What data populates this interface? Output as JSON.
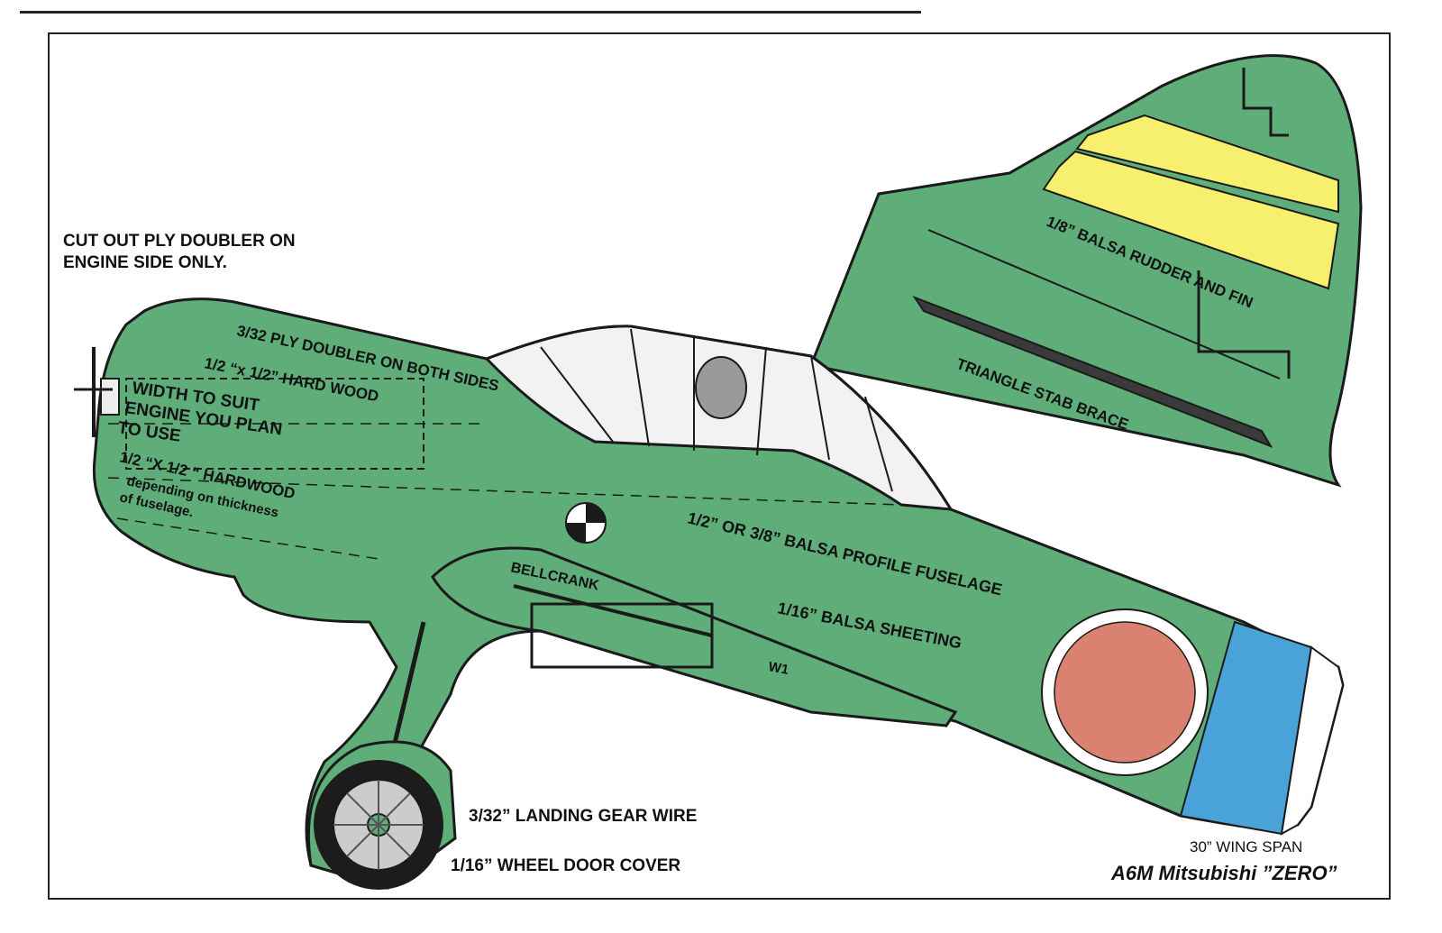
{
  "notes": {
    "ply_doubler_line1": "CUT OUT PLY DOUBLER ON",
    "ply_doubler_line2": "ENGINE SIDE ONLY."
  },
  "fuselage_labels": {
    "ply_both_sides": "3/32 PLY DOUBLER ON BOTH SIDES",
    "hard_wood_top": "1/2 “x 1/2” HARD WOOD",
    "width_line1": "WIDTH TO SUIT",
    "width_line2": "ENGINE YOU PLAN",
    "width_line3": "TO USE",
    "hardwood_bottom": "1/2 “X 1/2 “ HARDWOOD",
    "depending_line1": "depending on thickness",
    "depending_line2": "of fuselage.",
    "profile_fuselage": "1/2” OR 3/8” BALSA PROFILE FUSELAGE",
    "sheeting": "1/16” BALSA SHEETING",
    "bellcrank": "BELLCRANK",
    "wing_mark": "W1"
  },
  "tail_labels": {
    "rudder_fin": "1/8” BALSA RUDDER AND FIN",
    "stab_brace": "TRIANGLE STAB BRACE"
  },
  "gear_labels": {
    "landing_gear": "3/32” LANDING GEAR WIRE",
    "wheel_door": "1/16” WHEEL DOOR COVER"
  },
  "footer": {
    "wing_span": "30” WING SPAN",
    "model_name": "A6M Mitsubishi ”ZERO”"
  },
  "colors": {
    "body_green": "#5fae79",
    "stripe_yellow": "#f7f06e",
    "hinomaru_red": "#d9826f",
    "rudder_blue": "#4aa3d8",
    "outline": "#1a1a1a"
  }
}
